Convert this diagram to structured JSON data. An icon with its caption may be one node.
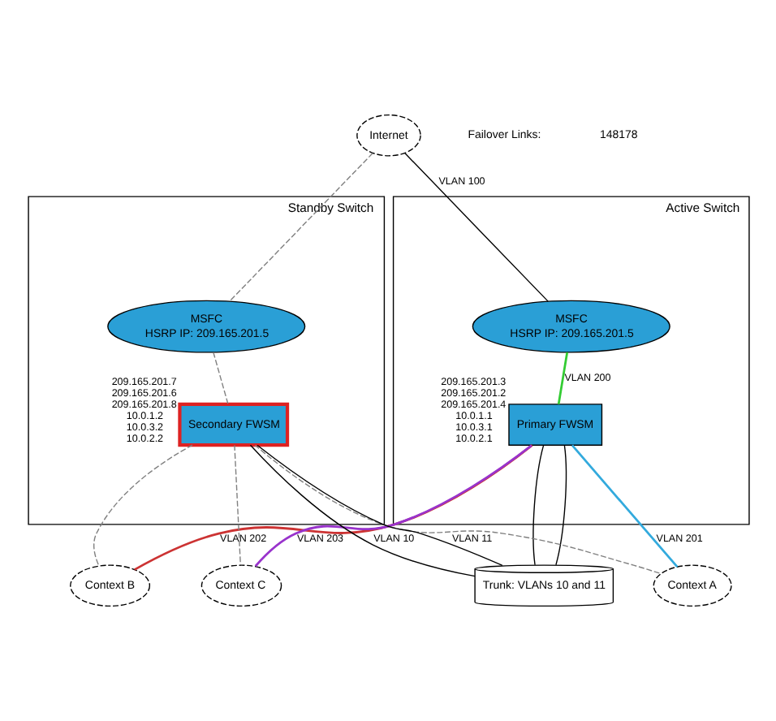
{
  "diagram": {
    "nodes": [
      {
        "text": [
          "Internet"
        ]
      },
      {
        "text": [
          "Active Switch"
        ]
      },
      {
        "text": [
          "MSFC",
          "HSRP IP: 209.165.201.5"
        ],
        "in": 1
      },
      {
        "text": [
          "Primary FWSM"
        ],
        "in": 1,
        "beside": [
          "209.165.201.3",
          "209.165.201.2",
          "209.165.201.4",
          "10.0.1.1",
          "10.0.3.1",
          "10.0.2.1"
        ]
      },
      {
        "text": [
          "Standby Switch"
        ]
      },
      {
        "text": [
          "MSFC",
          "HSRP IP: 209.165.201.5"
        ],
        "in": 4
      },
      {
        "text": [
          "Secondary FWSM"
        ],
        "in": 4,
        "beside": [
          "209.165.201.7",
          "209.165.201.6",
          "209.165.201.8",
          "10.0.1.2",
          "10.0.3.2",
          "10.0.2.2"
        ]
      },
      {
        "text": [
          "Trunk: VLANs 10 and 11"
        ]
      },
      {
        "text": [
          "Context A"
        ]
      },
      {
        "text": [
          "Context B"
        ]
      },
      {
        "text": [
          "Context C"
        ]
      }
    ],
    "edges": [
      {
        "from": 0,
        "to": 2,
        "arrow": "none",
        "label": "VLAN 100"
      },
      {
        "from": 0,
        "to": 5,
        "arrow": "none",
        "style": "dashed",
        "color": "#808080"
      },
      {
        "from": 2,
        "to": 3,
        "arrow": "none",
        "label": "VLAN 200",
        "color": "#33cc33"
      },
      {
        "from": 5,
        "to": 6,
        "arrow": "none",
        "style": "dashed",
        "color": "#808080"
      },
      {
        "from": 3,
        "to": 7,
        "arrow": "none"
      },
      {
        "from": 3,
        "to": 7,
        "arrow": "none"
      },
      {
        "from": 7,
        "to": 6,
        "arrow": "none",
        "label": "VLAN 10"
      },
      {
        "from": 7,
        "to": 6,
        "arrow": "none",
        "label": "VLAN 11"
      },
      {
        "from": 3,
        "to": 8,
        "arrow": "none",
        "label": "VLAN 201",
        "color": "#33aadd"
      },
      {
        "from": 3,
        "to": 9,
        "arrow": "none",
        "label": "VLAN 202",
        "color": "#cc3333"
      },
      {
        "from": 3,
        "to": 10,
        "arrow": "none",
        "label": "VLAN 203",
        "color": "#9933cc"
      },
      {
        "from": 6,
        "to": 8,
        "arrow": "none",
        "style": "dashed",
        "color": "#808080"
      },
      {
        "from": 6,
        "to": 9,
        "arrow": "none",
        "style": "dashed",
        "color": "#808080"
      },
      {
        "from": 6,
        "to": 10,
        "arrow": "none",
        "style": "dashed",
        "color": "#808080"
      }
    ],
    "labels": [
      "Failover Links:",
      "148178"
    ]
  }
}
